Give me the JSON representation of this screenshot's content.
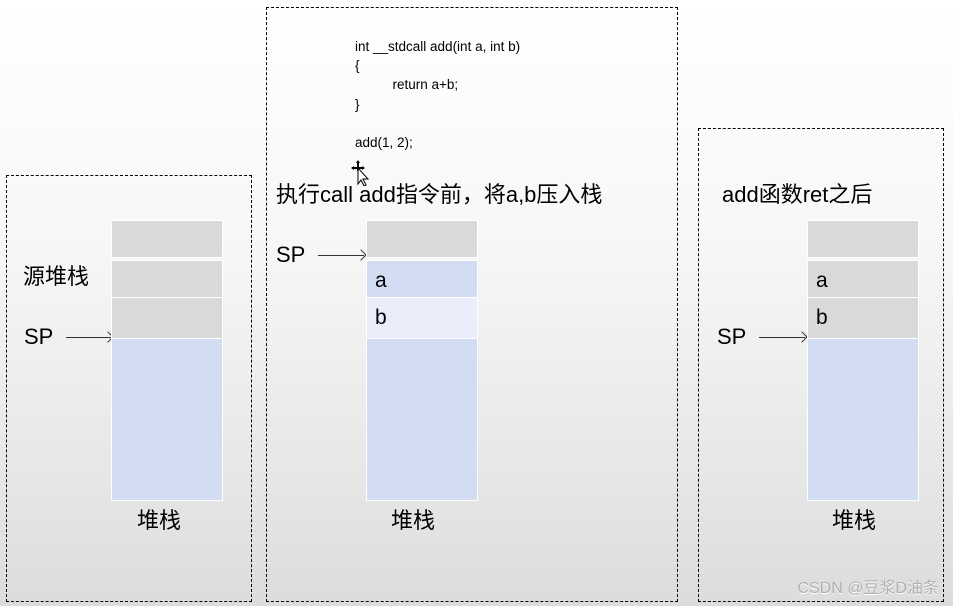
{
  "colors": {
    "cell_gray": "#d9d9d9",
    "cell_blue": "#d2ddf3",
    "cell_light_blue": "#e9eefa",
    "cell_border": "#ffffff",
    "text": "#000000",
    "watermark": "#b0b0b0"
  },
  "code": {
    "lines": [
      "int __stdcall add(int a, int b)",
      "{",
      "          return a+b;",
      "}",
      "",
      "add(1, 2);"
    ]
  },
  "panels": [
    {
      "id": "left",
      "title": "",
      "side_label": "源堆栈",
      "sp_label": "SP",
      "stack_label": "堆栈",
      "cells": [
        {
          "label": "",
          "color": "gray"
        },
        {
          "label": "",
          "color": "gray"
        },
        {
          "label": "",
          "color": "gray"
        },
        {
          "label": "",
          "color": "blue"
        }
      ],
      "sp_points_to_cell": 3
    },
    {
      "id": "middle",
      "title": "执行call add指令前，将a,b压入栈",
      "sp_label": "SP",
      "stack_label": "堆栈",
      "cells": [
        {
          "label": "",
          "color": "gray"
        },
        {
          "label": "a",
          "color": "blue"
        },
        {
          "label": "b",
          "color": "light_blue"
        },
        {
          "label": "",
          "color": "blue"
        }
      ],
      "sp_points_to_cell": 1
    },
    {
      "id": "right",
      "title": "add函数ret之后",
      "sp_label": "SP",
      "stack_label": "堆栈",
      "cells": [
        {
          "label": "",
          "color": "gray"
        },
        {
          "label": "a",
          "color": "gray"
        },
        {
          "label": "b",
          "color": "gray"
        },
        {
          "label": "",
          "color": "blue"
        }
      ],
      "sp_points_to_cell": 3
    }
  ],
  "watermark": "CSDN @豆浆D油条",
  "cursor_icon": "move-cursor-icon"
}
